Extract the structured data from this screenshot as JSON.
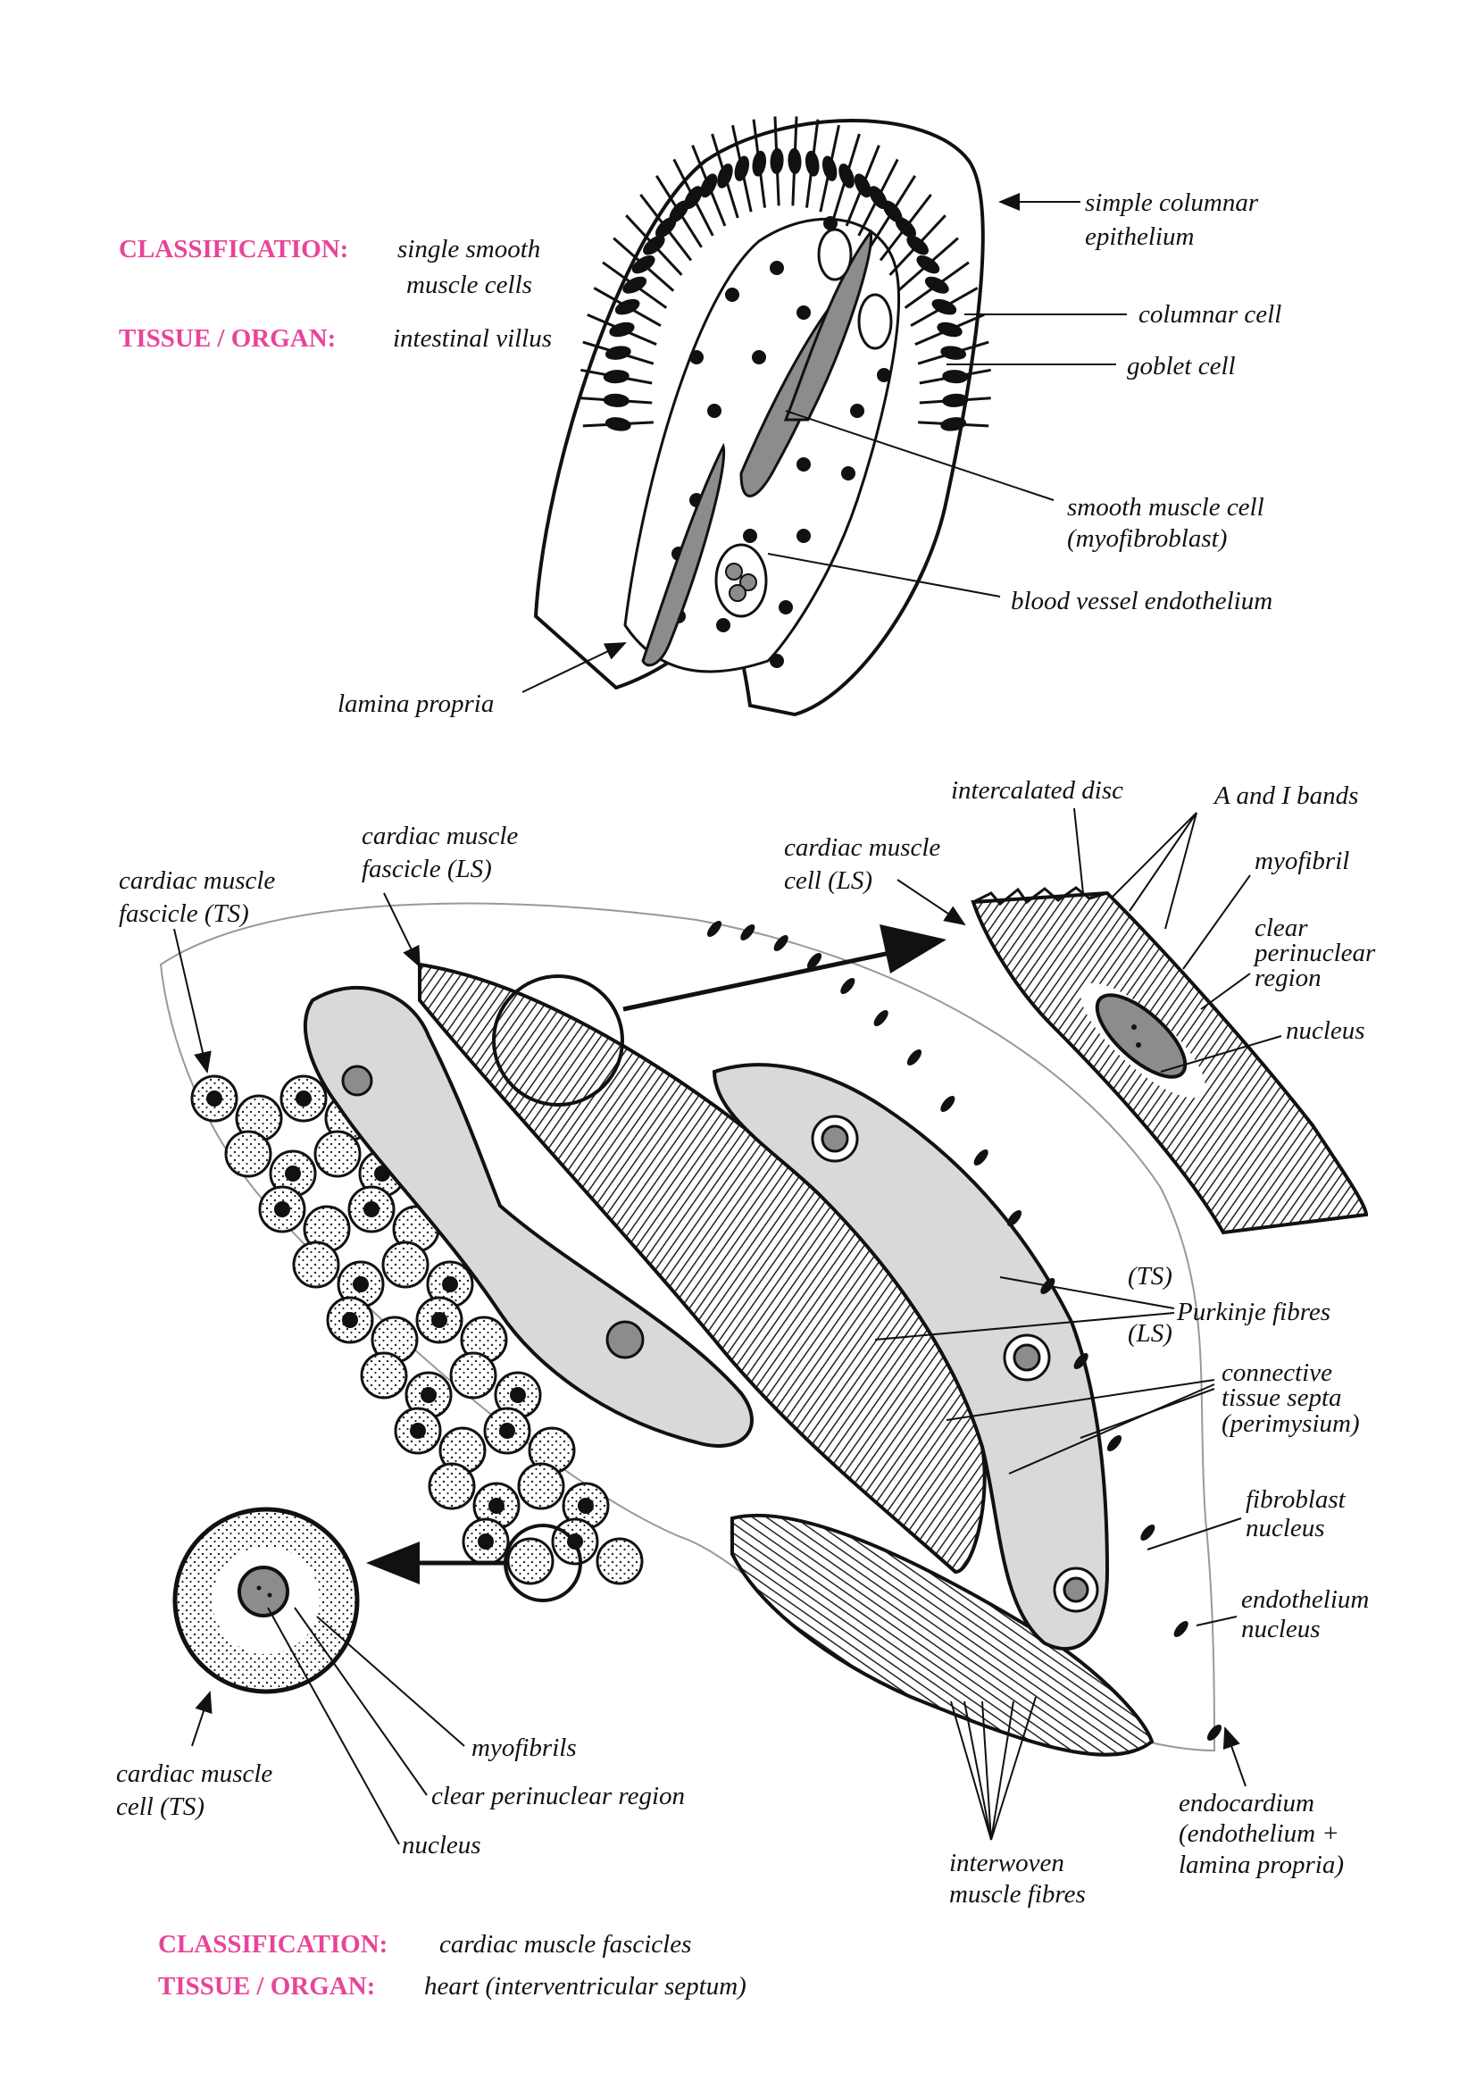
{
  "colors": {
    "heading": "#e8449a",
    "ink": "#111111",
    "light_gray": "#d9d9d9",
    "mid_gray": "#8c8c8c"
  },
  "icons": [
    "arrow-icon"
  ],
  "top_panel": {
    "classification_label": "CLASSIFICATION:",
    "classification_value_1": "single smooth",
    "classification_value_2": "muscle cells",
    "tissue_label": "TISSUE / ORGAN:",
    "tissue_value": "intestinal villus",
    "labels": {
      "simple_columnar_1": "simple columnar",
      "simple_columnar_2": "epithelium",
      "columnar_cell": "columnar cell",
      "goblet_cell": "goblet cell",
      "smooth_muscle_1": "smooth muscle cell",
      "smooth_muscle_2": "(myofibroblast)",
      "blood_vessel": "blood vessel endothelium",
      "lamina_propria": "lamina propria"
    }
  },
  "bottom_panel": {
    "classification_label": "CLASSIFICATION:",
    "classification_value": "cardiac muscle fascicles",
    "tissue_label": "TISSUE / ORGAN:",
    "tissue_value": "heart (interventricular septum)",
    "labels": {
      "fascicle_ts_1": "cardiac muscle",
      "fascicle_ts_2": "fascicle (TS)",
      "fascicle_ls_1": "cardiac muscle",
      "fascicle_ls_2": "fascicle (LS)",
      "cell_ls_1": "cardiac muscle",
      "cell_ls_2": "cell (LS)",
      "intercalated_disc": "intercalated disc",
      "a_i_bands": "A and I bands",
      "myofibril": "myofibril",
      "clear_perinuclear_1": "clear",
      "clear_perinuclear_2": "perinuclear",
      "clear_perinuclear_3": "region",
      "nucleus_ls": "nucleus",
      "ts_tag": "(TS)",
      "purkinje": "Purkinje fibres",
      "ls_tag": "(LS)",
      "ct_septa_1": "connective",
      "ct_septa_2": "tissue septa",
      "ct_septa_3": "(perimysium)",
      "fibroblast_1": "fibroblast",
      "fibroblast_2": "nucleus",
      "endothelium_1": "endothelium",
      "endothelium_2": "nucleus",
      "myofibrils_ts": "myofibrils",
      "clear_perinuclear_ts": "clear perinuclear region",
      "nucleus_ts": "nucleus",
      "cell_ts_1": "cardiac muscle",
      "cell_ts_2": "cell (TS)",
      "interwoven_1": "interwoven",
      "interwoven_2": "muscle fibres",
      "endocardium_1": "endocardium",
      "endocardium_2": "(endothelium +",
      "endocardium_3": "lamina propria)"
    }
  }
}
